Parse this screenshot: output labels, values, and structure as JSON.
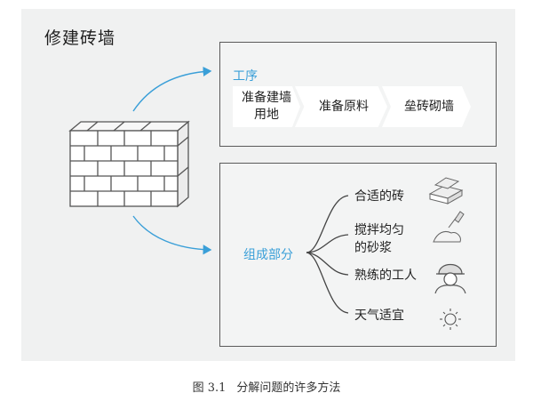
{
  "title": "修建砖墙",
  "process": {
    "label": "工序",
    "steps": [
      "准备建墙\n用地",
      "准备原料",
      "垒砖砌墙"
    ]
  },
  "components": {
    "label": "组成部分",
    "items": [
      {
        "text": "合适的砖",
        "icon": "bricks-icon"
      },
      {
        "text": "搅拌均匀\n的砂浆",
        "icon": "mortar-trowel-icon"
      },
      {
        "text": "熟练的工人",
        "icon": "worker-helmet-icon"
      },
      {
        "text": "天气适宜",
        "icon": "sun-icon"
      }
    ]
  },
  "caption": {
    "figure_number": "图 3.1",
    "text": "分解问题的许多方法"
  },
  "colors": {
    "accent": "#3a9fd8",
    "panel": "#f0f1f1",
    "border": "#5a5a5a"
  }
}
